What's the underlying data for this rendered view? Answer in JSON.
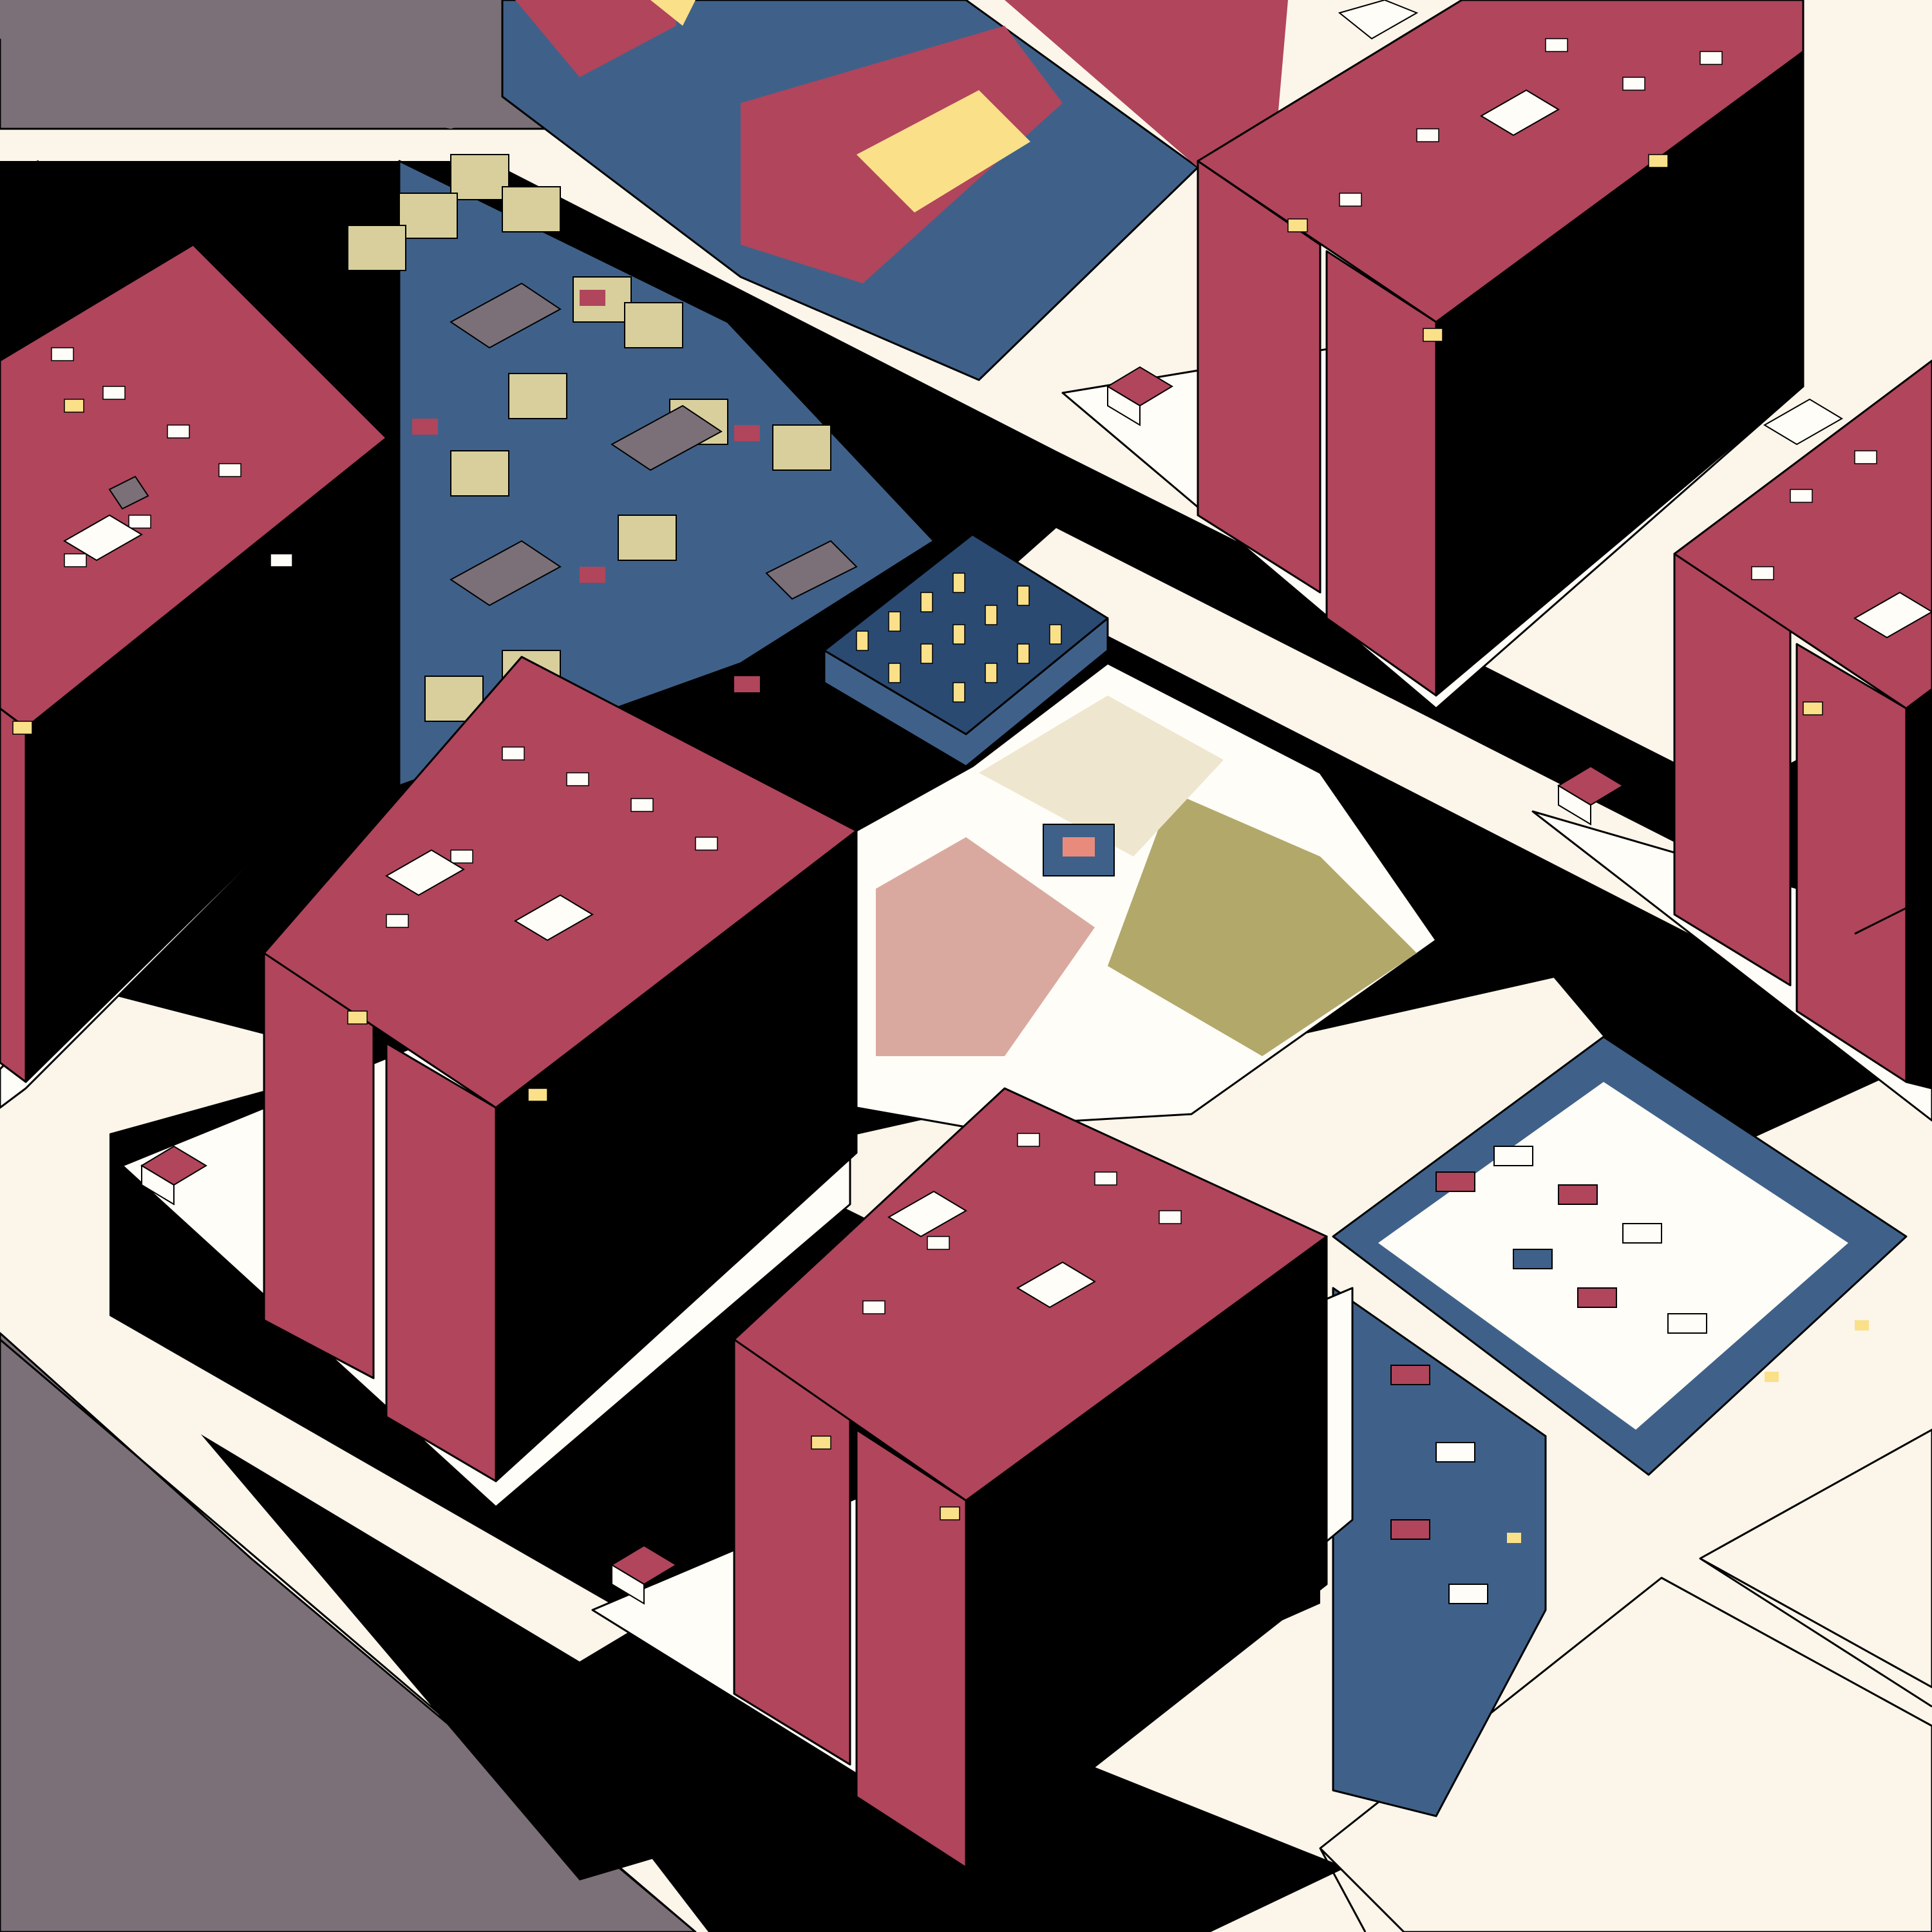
{
  "artwork": {
    "style": "isometric generative cityscape",
    "palette": {
      "cream": "#fbf5ea",
      "black": "#000000",
      "crimson": "#b0455c",
      "steel_blue": "#3f6189",
      "butter": "#fbe08a",
      "taupe": "#7b7078",
      "white": "#fffdf7",
      "olive": "#b2a86a"
    },
    "towers": [
      {
        "id": "tower-west"
      },
      {
        "id": "tower-center-left"
      },
      {
        "id": "tower-center-bottom"
      },
      {
        "id": "tower-north-east"
      },
      {
        "id": "tower-east"
      }
    ],
    "districts": [
      {
        "id": "blue-grid-district"
      },
      {
        "id": "central-mixed-district"
      },
      {
        "id": "blue-courtyard-south-east"
      },
      {
        "id": "flag-roof-north"
      }
    ]
  }
}
